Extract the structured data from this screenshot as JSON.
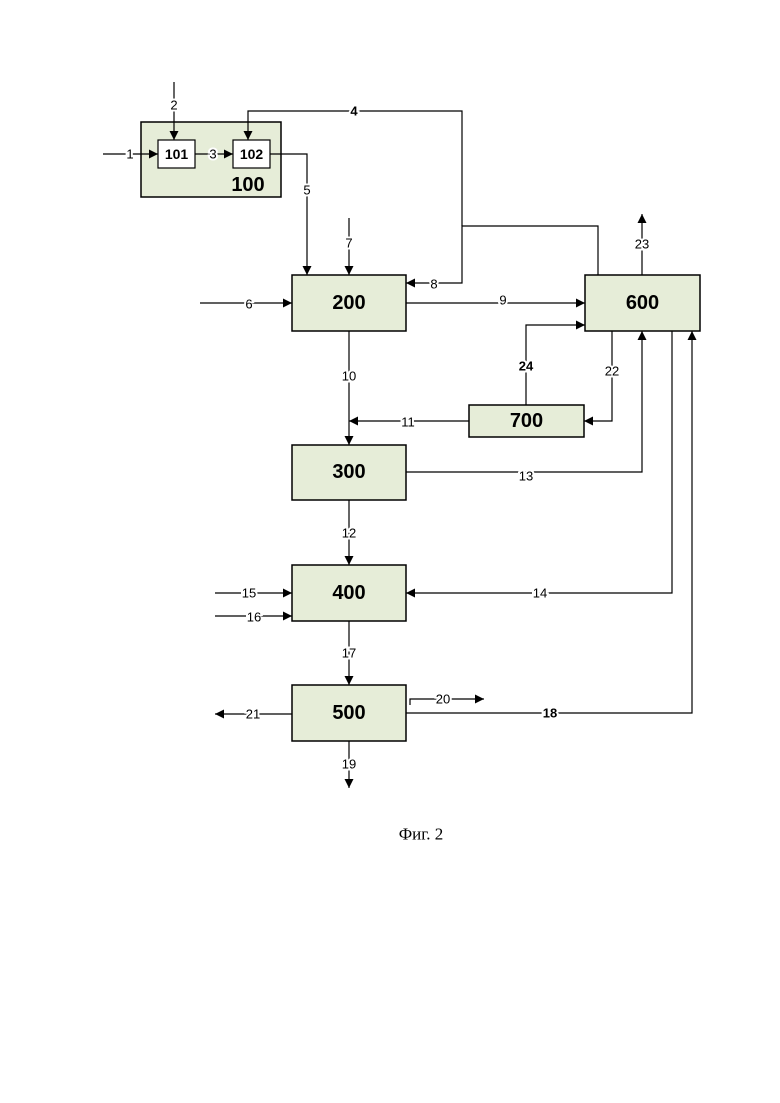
{
  "figure": {
    "caption": "Фиг. 2"
  },
  "blocks": {
    "b100": "100",
    "b101": "101",
    "b102": "102",
    "b200": "200",
    "b300": "300",
    "b400": "400",
    "b500": "500",
    "b600": "600",
    "b700": "700"
  },
  "streams": {
    "s1": "1",
    "s2": "2",
    "s3": "3",
    "s4": "4",
    "s5": "5",
    "s6": "6",
    "s7": "7",
    "s8": "8",
    "s9": "9",
    "s10": "10",
    "s11": "11",
    "s12": "12",
    "s13": "13",
    "s14": "14",
    "s15": "15",
    "s16": "16",
    "s17": "17",
    "s18": "18",
    "s19": "19",
    "s20": "20",
    "s21": "21",
    "s22": "22",
    "s23": "23",
    "s24": "24"
  }
}
